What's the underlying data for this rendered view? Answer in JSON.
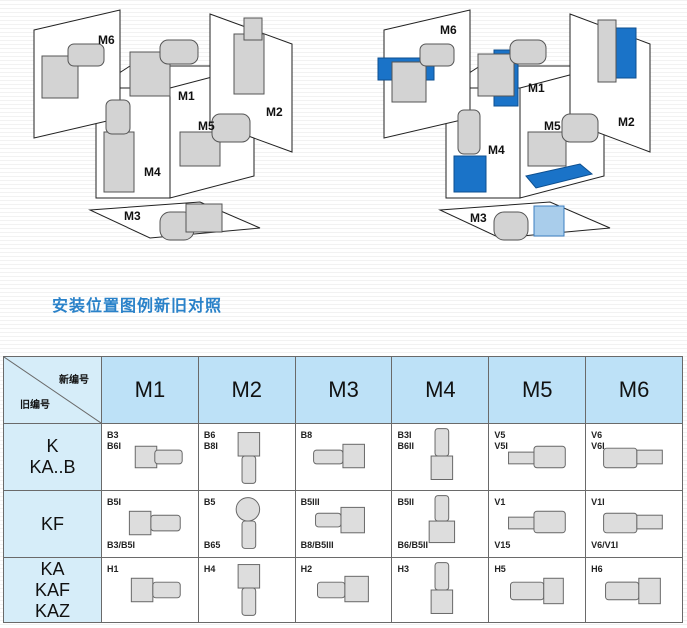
{
  "diagram_labels": {
    "left": [
      "M6",
      "M1",
      "M2",
      "M5",
      "M4",
      "M3"
    ],
    "right": [
      "M6",
      "M1",
      "M2",
      "M5",
      "M4",
      "M3"
    ]
  },
  "caption": "安装位置图例新旧对照",
  "table": {
    "corner_new": "新编号",
    "corner_old": "旧编号",
    "columns": [
      "M1",
      "M2",
      "M3",
      "M4",
      "M5",
      "M6"
    ],
    "rows": [
      {
        "header_lines": [
          "K",
          "KA..B"
        ],
        "cells": [
          {
            "top": [
              "B3",
              "B6I"
            ],
            "bottom": []
          },
          {
            "top": [
              "B6",
              "B8I"
            ],
            "bottom": []
          },
          {
            "top": [
              "B8"
            ],
            "bottom": []
          },
          {
            "top": [
              "B3I",
              "B6II"
            ],
            "bottom": []
          },
          {
            "top": [
              "V5",
              "V5I"
            ],
            "bottom": []
          },
          {
            "top": [
              "V6",
              "V6I"
            ],
            "bottom": []
          }
        ]
      },
      {
        "header_lines": [
          "KF"
        ],
        "cells": [
          {
            "top": [
              "B5I"
            ],
            "bottom": [
              "B3/B5I"
            ]
          },
          {
            "top": [
              "B5"
            ],
            "bottom": [
              "B65"
            ]
          },
          {
            "top": [
              "B5III"
            ],
            "bottom": [
              "B8/B5III"
            ]
          },
          {
            "top": [
              "B5II"
            ],
            "bottom": [
              "B6/B5II"
            ]
          },
          {
            "top": [
              "V1"
            ],
            "bottom": [
              "V15"
            ]
          },
          {
            "top": [
              "V1I"
            ],
            "bottom": [
              "V6/V1I"
            ]
          }
        ]
      },
      {
        "header_lines": [
          "KA",
          "KAF",
          "KAZ"
        ],
        "cells": [
          {
            "top": [
              "H1"
            ],
            "bottom": []
          },
          {
            "top": [
              "H4"
            ],
            "bottom": []
          },
          {
            "top": [
              "H2"
            ],
            "bottom": []
          },
          {
            "top": [
              "H3"
            ],
            "bottom": []
          },
          {
            "top": [
              "H5"
            ],
            "bottom": []
          },
          {
            "top": [
              "H6"
            ],
            "bottom": []
          }
        ]
      }
    ]
  },
  "colors": {
    "header_bg": "#bde1f7",
    "caption": "#2a82c9",
    "flange_blue": "#1a73c8"
  }
}
